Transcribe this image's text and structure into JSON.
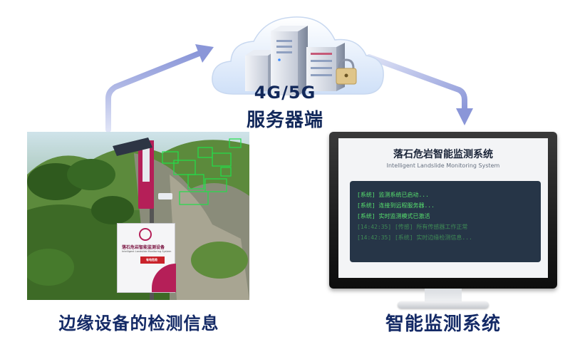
{
  "server": {
    "network_label": "4G/5G",
    "server_label": "服务器端"
  },
  "edge": {
    "caption": "边缘设备的检测信息",
    "device_title": "落石危岩智能监测设备",
    "device_subtitle": "Intelligent Landslide Monitoring System",
    "warning_label": "有电危险"
  },
  "monitor": {
    "title": "落石危岩智能监测系统",
    "subtitle": "Intelligent Landslide Monitoring System",
    "caption": "智能监测系统",
    "console_lines": [
      "[系统] 监测系统已启动...",
      "[系统] 连接到远程服务器...",
      "[系统] 实时监测模式已激活",
      "[14:42:35] [传感] 所有传感器工作正常",
      "[14:42:35] [系统] 实时边缘检测信息..."
    ]
  },
  "colors": {
    "arrow": "#8a96d8",
    "caption_text": "#142a66",
    "console_bg": "#263547",
    "console_text": "#57e06e",
    "detection_box": "#22e04a",
    "device_accent": "#b51f58"
  },
  "icons": [
    "cloud-icon",
    "server-tower-icon",
    "padlock-icon",
    "monitor-icon"
  ]
}
